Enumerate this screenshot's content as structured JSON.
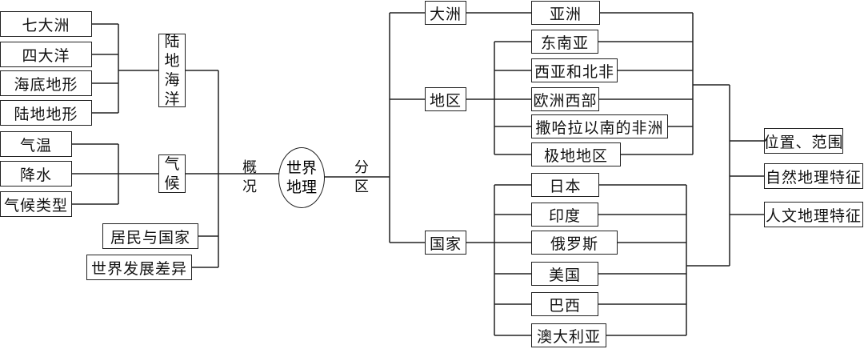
{
  "center": {
    "label": "世界\n地理"
  },
  "left_connector": "概\n况",
  "right_connector": "分\n区",
  "overview": {
    "land_sea": {
      "label": "陆\n地\n海\n洋",
      "items": [
        "七大洲",
        "四大洋",
        "海底地形",
        "陆地地形"
      ]
    },
    "climate": {
      "label": "气\n候",
      "items": [
        "气温",
        "降水",
        "气候类型"
      ]
    },
    "residents": "居民与国家",
    "development": "世界发展差异"
  },
  "regions": {
    "continent": {
      "label": "大洲",
      "items": [
        "亚洲"
      ]
    },
    "area": {
      "label": "地区",
      "items": [
        "东南亚",
        "西亚和北非",
        "欧洲西部",
        "撒哈拉以南的非洲",
        "极地地区"
      ]
    },
    "country": {
      "label": "国家",
      "items": [
        "日本",
        "印度",
        "俄罗斯",
        "美国",
        "巴西",
        "澳大利亚"
      ]
    }
  },
  "aspects": [
    "位置、范围",
    "自然地理特征",
    "人文地理特征"
  ]
}
